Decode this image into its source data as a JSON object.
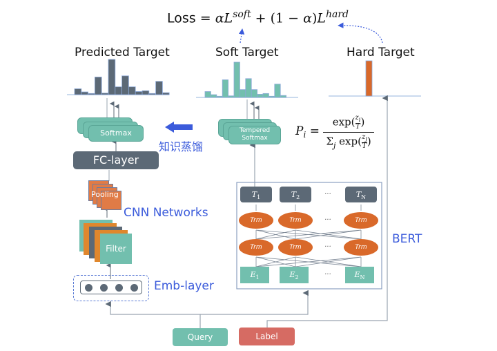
{
  "formula_loss": {
    "lhs": "Loss",
    "rhs_parts": [
      "= ",
      "α",
      "L",
      "soft",
      " + (1 − ",
      "α",
      ")",
      "L",
      "hard"
    ]
  },
  "formula_softmax": {
    "lhs": "P",
    "lhs_sub": "i",
    "numerator": "exp(z_i / T)",
    "denominator": "Σ_j exp(z_j / T)",
    "num_text": "exp(",
    "num_frac_top": "z",
    "num_frac_top_sub": "i",
    "num_frac_bottom": "T",
    "den_sigma": "Σ",
    "den_sigma_sub": "j",
    "den_text": " exp(",
    "den_frac_top": "z",
    "den_frac_top_sub": "j",
    "den_frac_bottom": "T",
    "close": ")"
  },
  "titles": {
    "predicted": "Predicted Target",
    "soft": "Soft Target",
    "hard": "Hard Target"
  },
  "colors": {
    "predicted_bar": "#5c6976",
    "soft_bar": "#72bfae",
    "hard_bar": "#d9692a",
    "accent_blue": "#3b5bdb",
    "query": "#72bfae",
    "label": "#d66b63",
    "trm": "#d9692a",
    "token": "#5c6976"
  },
  "chart_data": [
    {
      "type": "bar",
      "title": "Predicted Target",
      "values": [
        1.5,
        0.7,
        0.3,
        4.5,
        0.4,
        9.0,
        2.0,
        4.8,
        2.0,
        0.8,
        1.0,
        0.3,
        3.4,
        0.5
      ],
      "ylim": [
        0,
        9
      ]
    },
    {
      "type": "bar",
      "title": "Soft Target",
      "values": [
        1.5,
        0.7,
        0.3,
        4.5,
        0.4,
        9.0,
        2.0,
        4.8,
        2.0,
        0.8,
        1.0,
        0.3,
        3.4,
        0.5
      ],
      "ylim": [
        0,
        9
      ]
    },
    {
      "type": "bar",
      "title": "Hard Target",
      "values": [
        0,
        0,
        0,
        0,
        0,
        1,
        0,
        0,
        0,
        0,
        0,
        0,
        0,
        0
      ],
      "ylim": [
        0,
        1
      ]
    }
  ],
  "student": {
    "softmax": "Softmax",
    "fc": "FC-layer",
    "pooling": "Pooling",
    "filter": "Filter",
    "cnn_label": "CNN Networks",
    "emb_label": "Emb-layer"
  },
  "distill_label": "知识蒸馏",
  "teacher": {
    "tempered_softmax_line1": "Tempered",
    "tempered_softmax_line2": "Softmax",
    "bert_label": "BERT",
    "tokens": [
      {
        "base": "T",
        "sub": "1"
      },
      {
        "base": "T",
        "sub": "2"
      },
      {
        "base": "…",
        "sub": ""
      },
      {
        "base": "T",
        "sub": "N"
      }
    ],
    "trm": "Trm",
    "ellipsis": "···",
    "embeddings": [
      {
        "base": "E",
        "sub": "1"
      },
      {
        "base": "E",
        "sub": "2"
      },
      {
        "base": "…",
        "sub": ""
      },
      {
        "base": "E",
        "sub": "N"
      }
    ]
  },
  "inputs": {
    "query": "Query",
    "label": "Label"
  }
}
